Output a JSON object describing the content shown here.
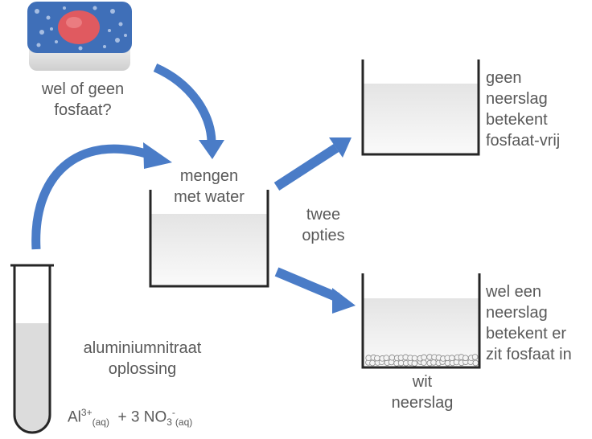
{
  "tablet": {
    "question": "wel of geen\nfosfaat?",
    "colors": {
      "body": "#3f6fb8",
      "speckle": "#c9d8f0",
      "dot": "#e05a60",
      "base": "#e6e6e6"
    }
  },
  "mix_beaker": {
    "label": "mengen\nmet water"
  },
  "options_label": "twee\nopties",
  "result_none": {
    "label": "geen\nneerslag\nbetekent\nfosfaat-vrij"
  },
  "result_precipitate": {
    "label": "wel een\nneerslag\nbetekent er\nzit fosfaat in",
    "precipitate_label": "wit\nneerslag"
  },
  "reagent": {
    "label": "aluminiumnitraat\noplossing",
    "formula": {
      "al": "Al",
      "al_charge": "3+",
      "al_state": "(aq)",
      "mid": "+ 3 NO",
      "no3_sub": "3",
      "no3_charge": "-",
      "no3_state": "(aq)"
    }
  },
  "colors": {
    "arrow": "#4a7cc7",
    "liquid": "#dcdcdc",
    "outline": "#262626"
  }
}
